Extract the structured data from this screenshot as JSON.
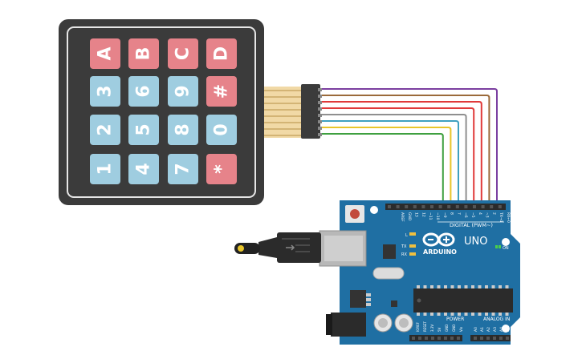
{
  "keypad": {
    "rows": [
      [
        "A",
        "B",
        "C",
        "D"
      ],
      [
        "3",
        "6",
        "9",
        "#"
      ],
      [
        "2",
        "5",
        "8",
        "0"
      ],
      [
        "1",
        "4",
        "7",
        "*"
      ]
    ],
    "red_keys": [
      "A",
      "B",
      "C",
      "D",
      "#",
      "*"
    ],
    "colors": {
      "frame": "#3b3b3b",
      "border": "#e6e6e6",
      "key_blue": "#9fcde0",
      "key_red": "#e6838a"
    }
  },
  "arduino": {
    "brand_label": "ARDUINO",
    "model_label": "UNO",
    "digital_label": "DIGITAL (PWM~)",
    "power_label": "POWER",
    "analog_label": "ANALOG IN",
    "on_label": "ON",
    "l_label": "L",
    "tx_label": "TX",
    "rx_label": "RX",
    "aref_label": "AREF",
    "gnd_label": "GND",
    "digital_pins": [
      "13",
      "12",
      "~11",
      "~10",
      "~9",
      "8",
      "7",
      "~6",
      "~5",
      "4",
      "~3",
      "2",
      "TX→1",
      "RX←0"
    ],
    "power_pins": [
      "IOREF",
      "RESET",
      "3.3V",
      "5V",
      "GND",
      "GND",
      "Vin"
    ],
    "analog_pins": [
      "A0",
      "A1",
      "A2",
      "A3",
      "A4",
      "A5"
    ],
    "colors": {
      "board": "#1f6fa3",
      "board_dark": "#155a87"
    }
  },
  "wires": [
    {
      "color": "#7b3fa0",
      "pin": "0"
    },
    {
      "color": "#9b6a3a",
      "pin": "1"
    },
    {
      "color": "#e03a3a",
      "pin": "2"
    },
    {
      "color": "#e03a3a",
      "pin": "3"
    },
    {
      "color": "#8f8f8f",
      "pin": "4"
    },
    {
      "color": "#3fa0c0",
      "pin": "5"
    },
    {
      "color": "#e8c52a",
      "pin": "6"
    },
    {
      "color": "#3fa040",
      "pin": "7"
    }
  ]
}
